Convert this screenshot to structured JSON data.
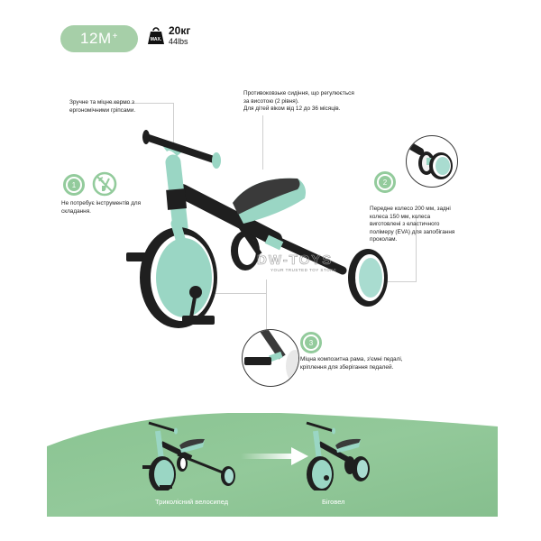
{
  "header": {
    "age_badge": "12M",
    "age_badge_sup": "+",
    "weight_icon_label": "MAX",
    "max_weight_kg": "20кг",
    "max_weight_lbs": "44lbs"
  },
  "features": {
    "handlebar": "Зручне та міцне кермо з ергономічними гріпсами.",
    "seat_line1": "Противоковзьке сидіння, що регулюється",
    "seat_line2": "за висотою (2 рівня).",
    "seat_line3": "Для дітей віком від 12 до 36 місяців.",
    "tools": "Не потребує інструментів для складання.",
    "wheels": "Передне колесо 200 мм, задні колеса 150 мм, колеса виготовлені з еластичного полімеру (EVA) для запобігання проколам.",
    "frame": "Міцна композитна рама, з'ємні педалі, кріплення для зберігання педалей."
  },
  "badges": {
    "step1": "1",
    "step2": "2",
    "step3": "3"
  },
  "modes": {
    "tricycle": "Триколісний велосипед",
    "balance_bike": "Біговел"
  },
  "watermark": {
    "main": "DW-TOYS",
    "sub": "YOUR TRUSTED TOY STORE"
  },
  "colors": {
    "mint": "#9ad6c4",
    "badge_green": "#a6cfa8",
    "icon_green": "#93cb9c",
    "ground_green": "#86c08f",
    "frame_black": "#1f1f1f"
  }
}
